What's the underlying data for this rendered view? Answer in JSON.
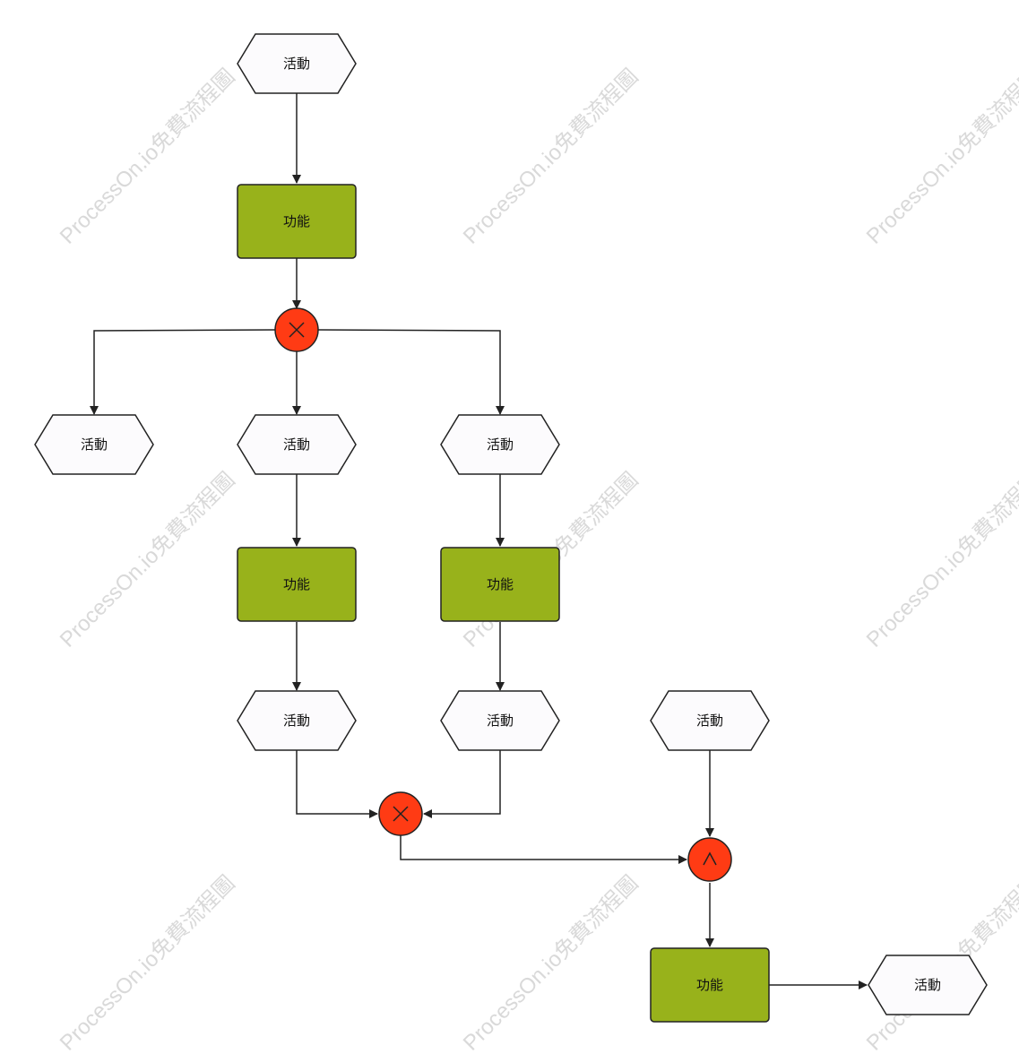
{
  "colors": {
    "background": "#ffffff",
    "event_fill": "#fcfbfd",
    "function_fill": "#98b21b",
    "gateway_fill": "#ff3b14",
    "stroke": "#222222",
    "watermark": "#d9d9d9"
  },
  "watermark": {
    "text": "ProcessOn.io免費流程圖"
  },
  "nodes": [
    {
      "id": "ev1",
      "type": "event",
      "label": "活動"
    },
    {
      "id": "fn1",
      "type": "function",
      "label": "功能"
    },
    {
      "id": "xor1",
      "type": "gateway",
      "operator": "xor",
      "label": "×"
    },
    {
      "id": "ev2",
      "type": "event",
      "label": "活動"
    },
    {
      "id": "ev3",
      "type": "event",
      "label": "活動"
    },
    {
      "id": "ev4",
      "type": "event",
      "label": "活動"
    },
    {
      "id": "fn2",
      "type": "function",
      "label": "功能"
    },
    {
      "id": "fn3",
      "type": "function",
      "label": "功能"
    },
    {
      "id": "ev5",
      "type": "event",
      "label": "活動"
    },
    {
      "id": "ev6",
      "type": "event",
      "label": "活動"
    },
    {
      "id": "ev7",
      "type": "event",
      "label": "活動"
    },
    {
      "id": "xor2",
      "type": "gateway",
      "operator": "xor",
      "label": "×"
    },
    {
      "id": "and1",
      "type": "gateway",
      "operator": "and",
      "label": "∧"
    },
    {
      "id": "fn4",
      "type": "function",
      "label": "功能"
    },
    {
      "id": "ev8",
      "type": "event",
      "label": "活動"
    }
  ],
  "edges": [
    {
      "from": "ev1",
      "to": "fn1"
    },
    {
      "from": "fn1",
      "to": "xor1"
    },
    {
      "from": "xor1",
      "to": "ev2"
    },
    {
      "from": "xor1",
      "to": "ev3"
    },
    {
      "from": "xor1",
      "to": "ev4"
    },
    {
      "from": "ev3",
      "to": "fn2"
    },
    {
      "from": "ev4",
      "to": "fn3"
    },
    {
      "from": "fn2",
      "to": "ev5"
    },
    {
      "from": "fn3",
      "to": "ev6"
    },
    {
      "from": "ev5",
      "to": "xor2"
    },
    {
      "from": "ev6",
      "to": "xor2"
    },
    {
      "from": "xor2",
      "to": "and1"
    },
    {
      "from": "ev7",
      "to": "and1"
    },
    {
      "from": "and1",
      "to": "fn4"
    },
    {
      "from": "fn4",
      "to": "ev8"
    }
  ]
}
